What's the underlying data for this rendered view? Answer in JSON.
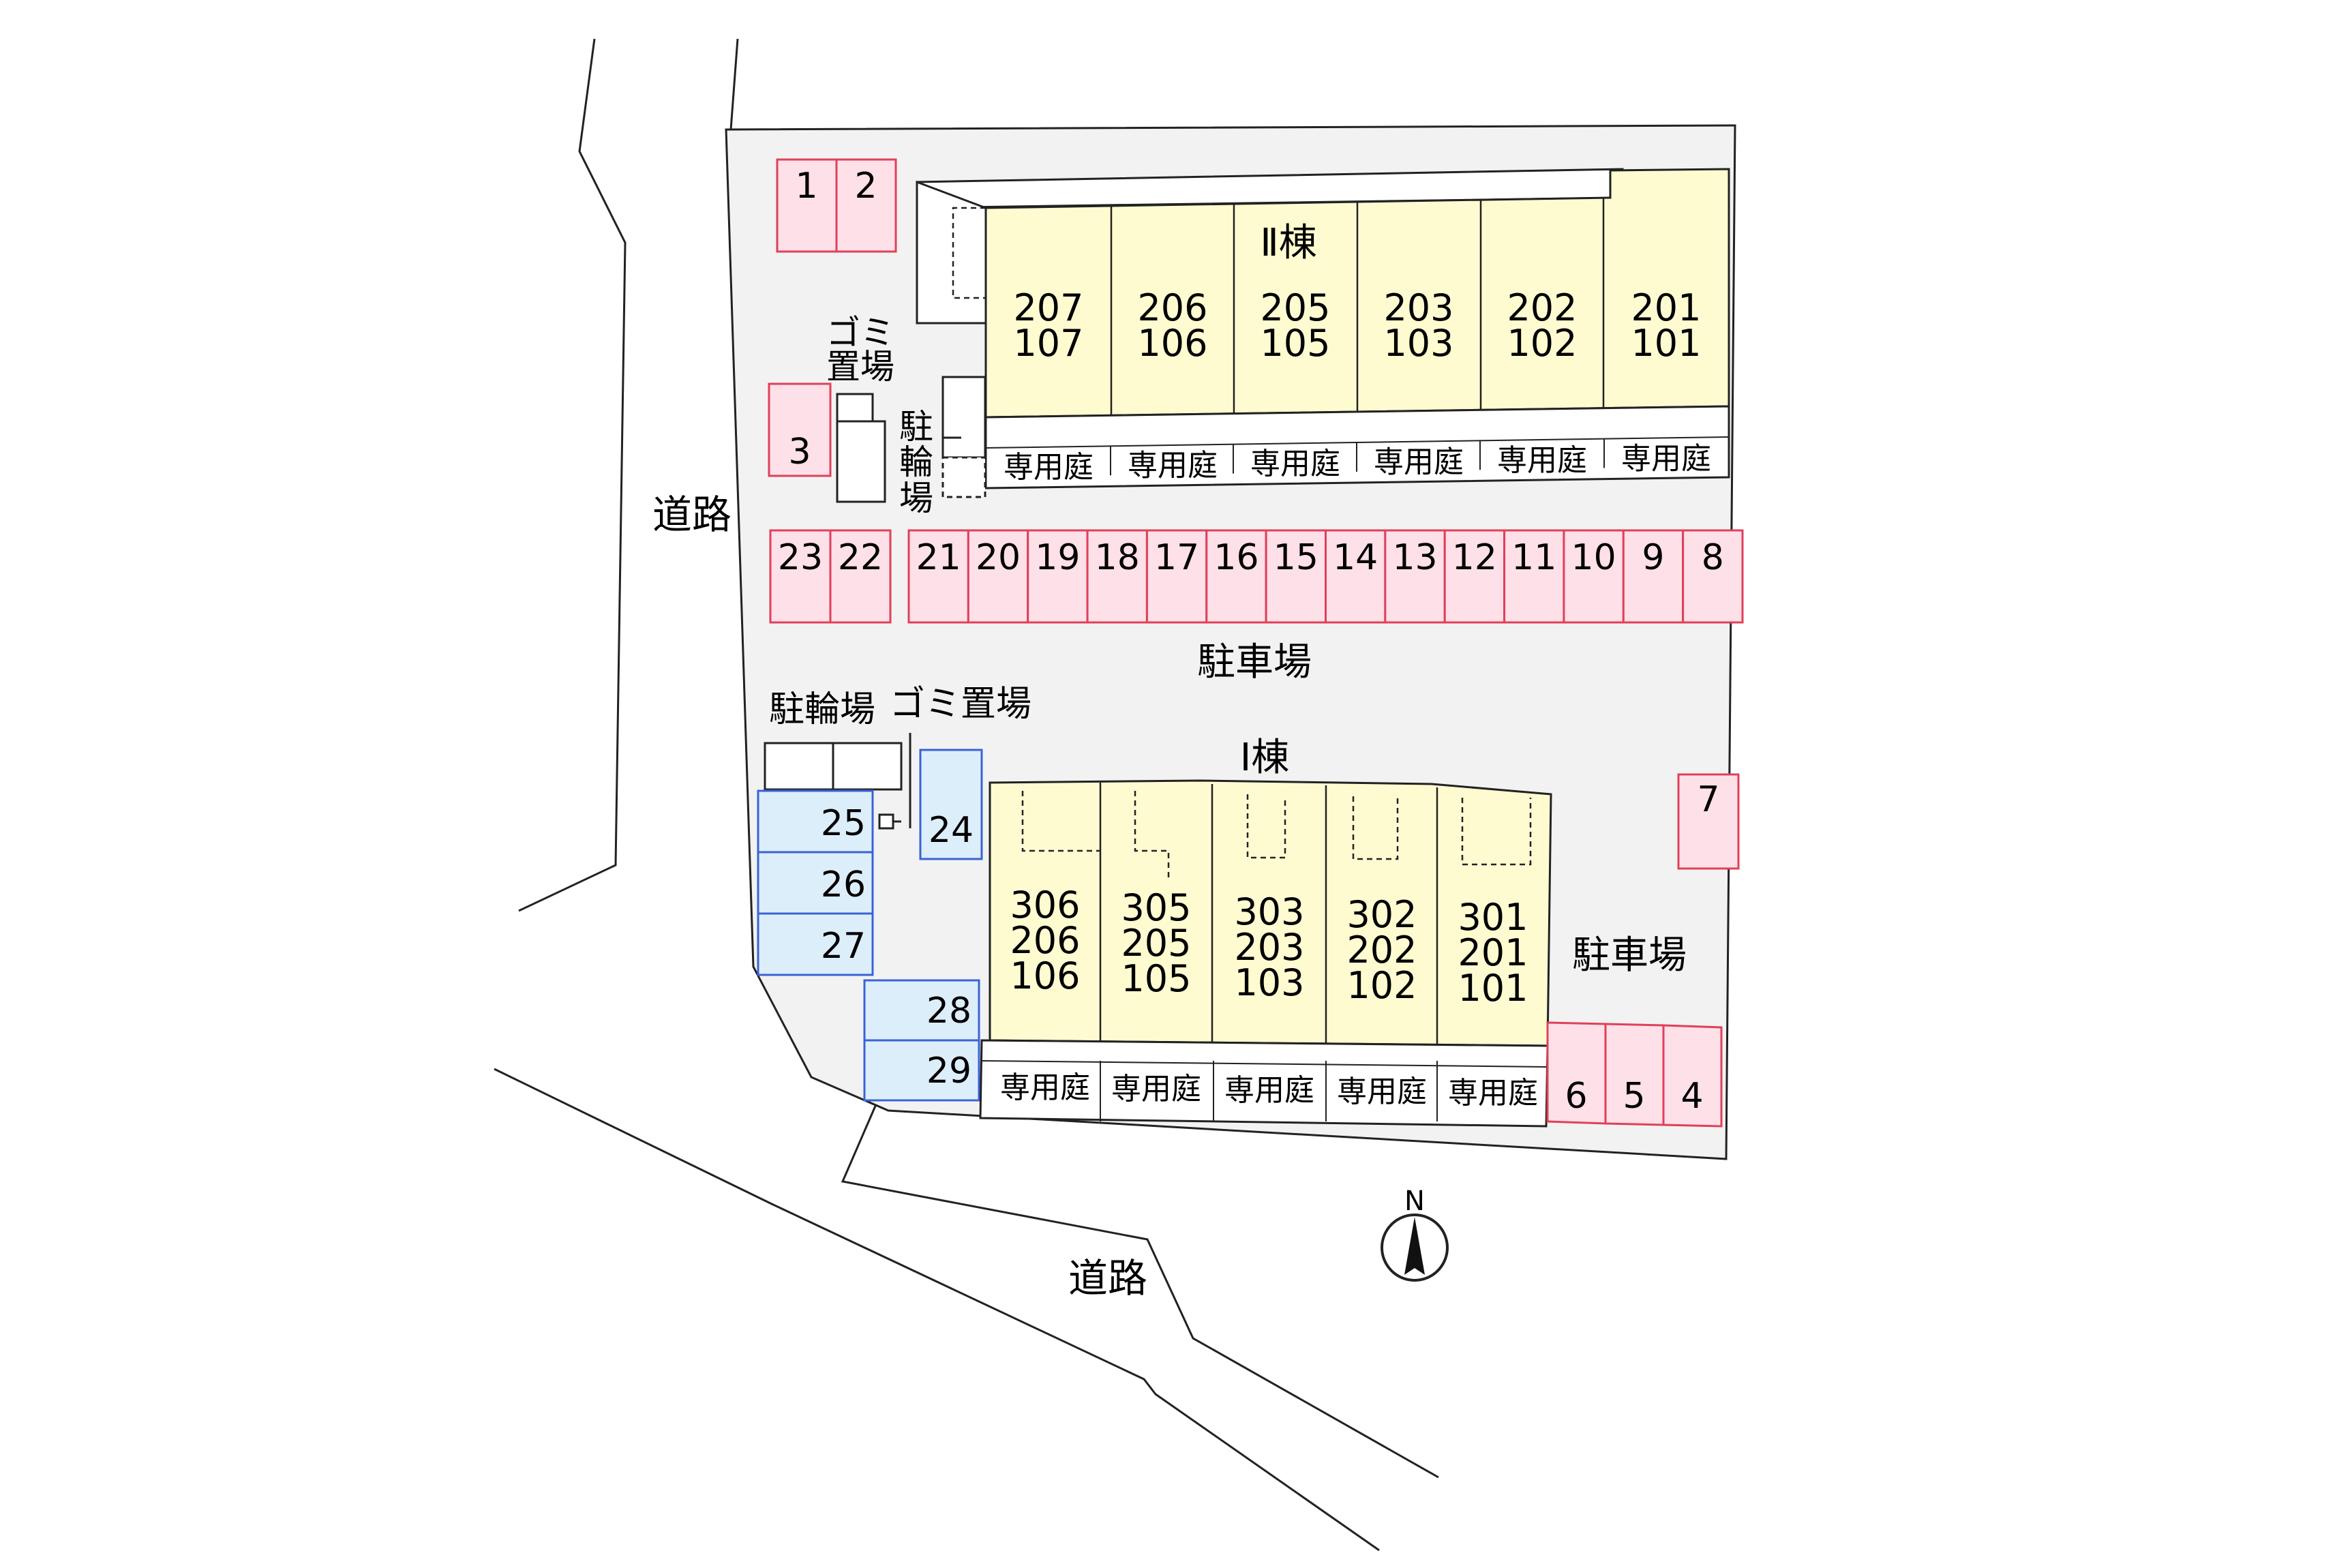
{
  "colors": {
    "lot": "#f2f2f2",
    "building": "#fffbd1",
    "red_parking": "#fde0e8",
    "red_stroke": "#e0405a",
    "blue_parking": "#ddeefb",
    "blue_stroke": "#3a63d6",
    "line": "#222222"
  },
  "labels": {
    "road_west": "道路",
    "road_south": "道路",
    "parking_center": "駐車場",
    "parking_east": "駐車場",
    "building_2": "Ⅱ棟",
    "building_1": "Ⅰ棟",
    "bike_west": "駐輪場",
    "garbage_west": "ゴミ置場",
    "garbage_top_1": "ゴミ",
    "garbage_top_2": "置場",
    "bike_top_1": "駐",
    "bike_top_2": "輪",
    "bike_top_3": "場",
    "north": "N"
  },
  "building_2_units": [
    {
      "upper": "207",
      "lower": "107"
    },
    {
      "upper": "206",
      "lower": "106"
    },
    {
      "upper": "205",
      "lower": "105"
    },
    {
      "upper": "203",
      "lower": "103"
    },
    {
      "upper": "202",
      "lower": "102"
    },
    {
      "upper": "201",
      "lower": "101"
    }
  ],
  "building_1_units": [
    {
      "f3": "306",
      "f2": "206",
      "f1": "106"
    },
    {
      "f3": "305",
      "f2": "205",
      "f1": "105"
    },
    {
      "f3": "303",
      "f2": "203",
      "f1": "103"
    },
    {
      "f3": "302",
      "f2": "202",
      "f1": "102"
    },
    {
      "f3": "301",
      "f2": "201",
      "f1": "101"
    }
  ],
  "garden_label": "専用庭",
  "parking_row_left": [
    "23",
    "22"
  ],
  "parking_row_right": [
    "21",
    "20",
    "19",
    "18",
    "17",
    "16",
    "15",
    "14",
    "13",
    "12",
    "11",
    "10",
    "9",
    "8"
  ],
  "parking_top": [
    "1",
    "2"
  ],
  "parking_3": "3",
  "parking_7": "7",
  "parking_southeast": [
    "6",
    "5",
    "4"
  ],
  "blue_left": [
    "25",
    "26",
    "27"
  ],
  "blue_24": "24",
  "blue_lower": [
    "28",
    "29"
  ]
}
